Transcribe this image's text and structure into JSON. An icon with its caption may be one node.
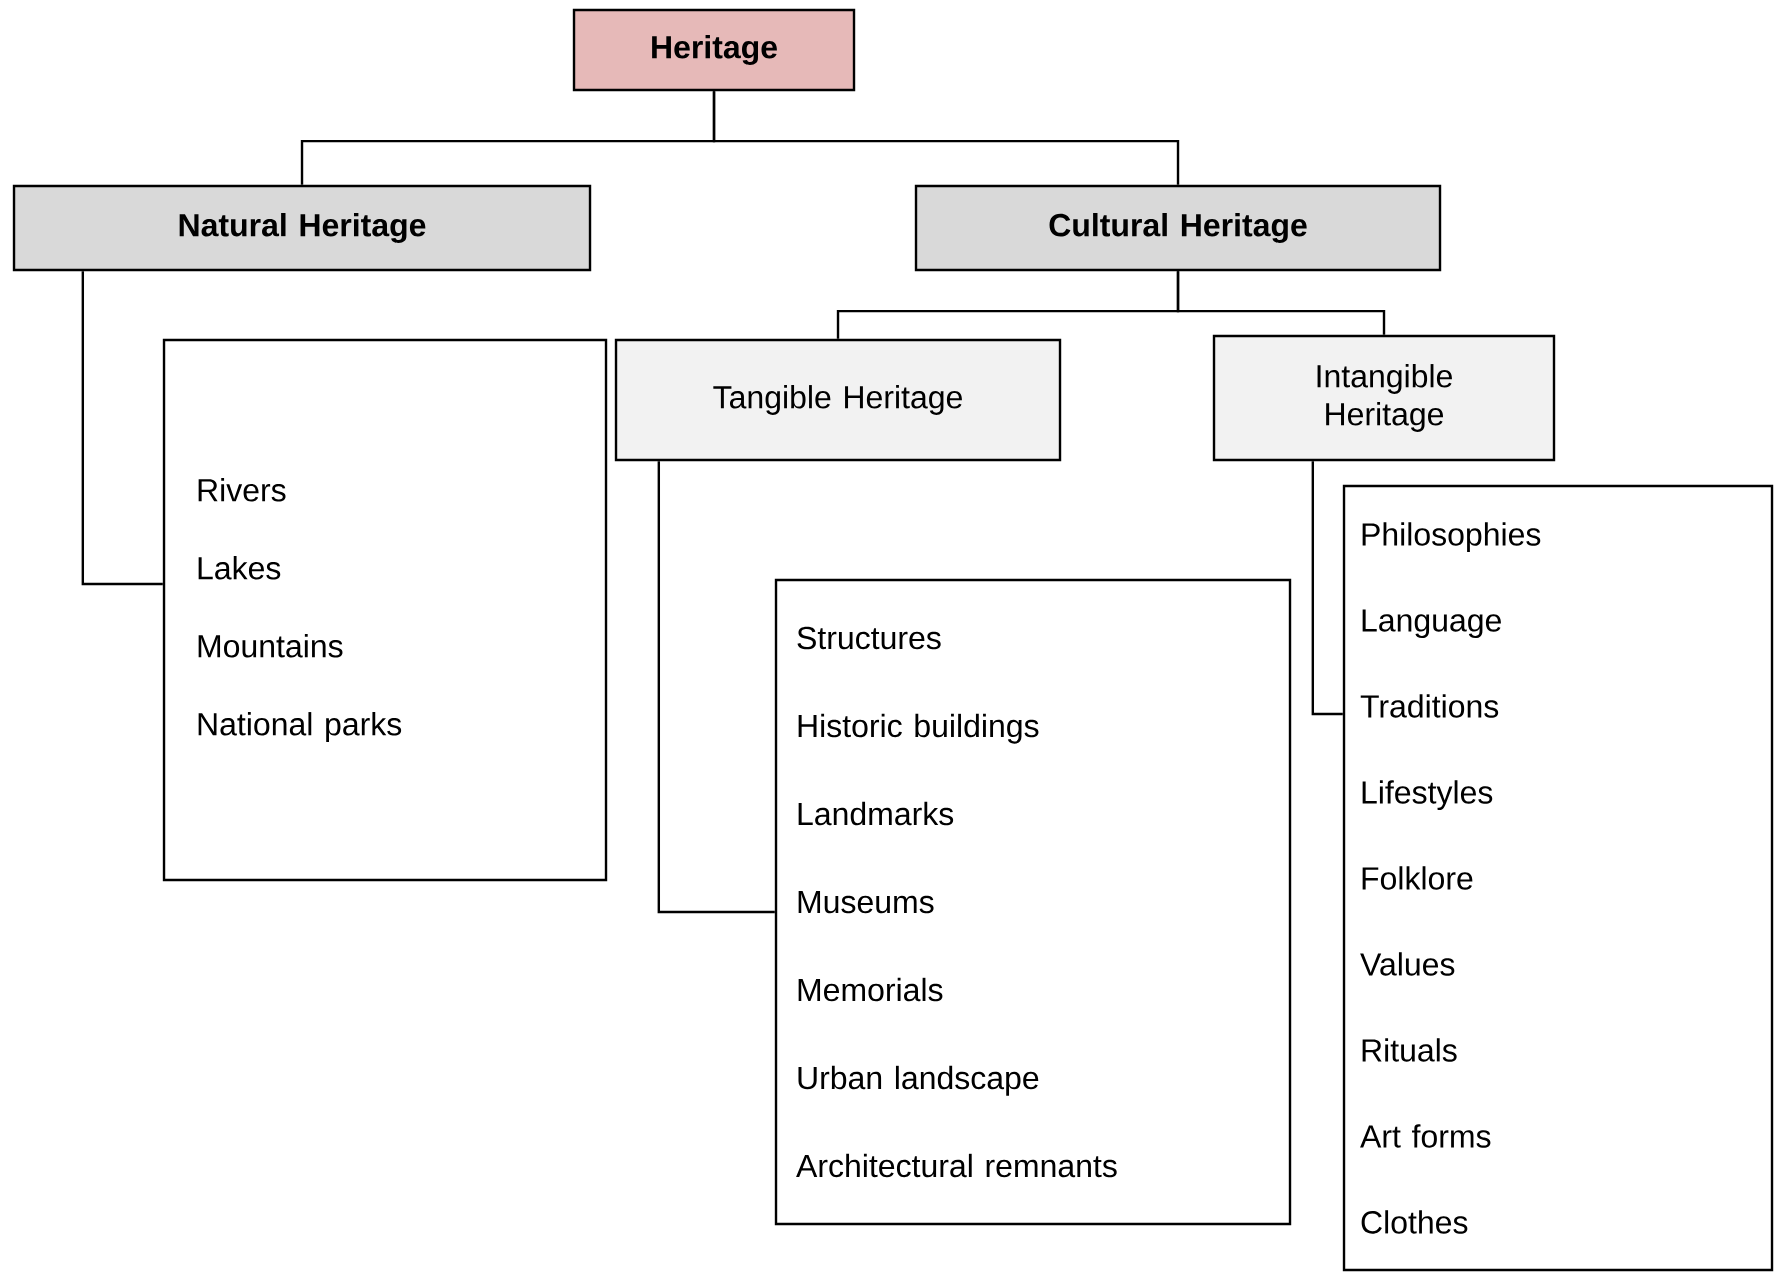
{
  "diagram": {
    "nodes": [
      {
        "text": [
          "Heritage"
        ]
      },
      {
        "text": [
          "Natural Heritage"
        ]
      },
      {
        "text": [
          "Cultural Heritage"
        ]
      },
      {
        "text": [
          "Rivers",
          "Lakes",
          "Mountains",
          "National parks"
        ]
      },
      {
        "text": [
          "Tangible Heritage"
        ]
      },
      {
        "text": [
          "Intangible Heritage"
        ]
      },
      {
        "text": [
          "Structures",
          "Historic buildings",
          "Landmarks",
          "Museums",
          "Memorials",
          "Urban landscape",
          "Architectural remnants"
        ]
      },
      {
        "text": [
          "Philosophies",
          "Language",
          "Traditions",
          "Lifestyles",
          "Folklore",
          "Values",
          "Rituals",
          "Art forms",
          "Clothes"
        ]
      }
    ],
    "edges": [
      {
        "from": 0,
        "to": 1,
        "arrow": "none"
      },
      {
        "from": 0,
        "to": 2,
        "arrow": "none"
      },
      {
        "from": 1,
        "to": 3,
        "arrow": "none"
      },
      {
        "from": 2,
        "to": 4,
        "arrow": "none"
      },
      {
        "from": 2,
        "to": 5,
        "arrow": "none"
      },
      {
        "from": 4,
        "to": 6,
        "arrow": "none"
      },
      {
        "from": 5,
        "to": 7,
        "arrow": "none"
      }
    ]
  }
}
